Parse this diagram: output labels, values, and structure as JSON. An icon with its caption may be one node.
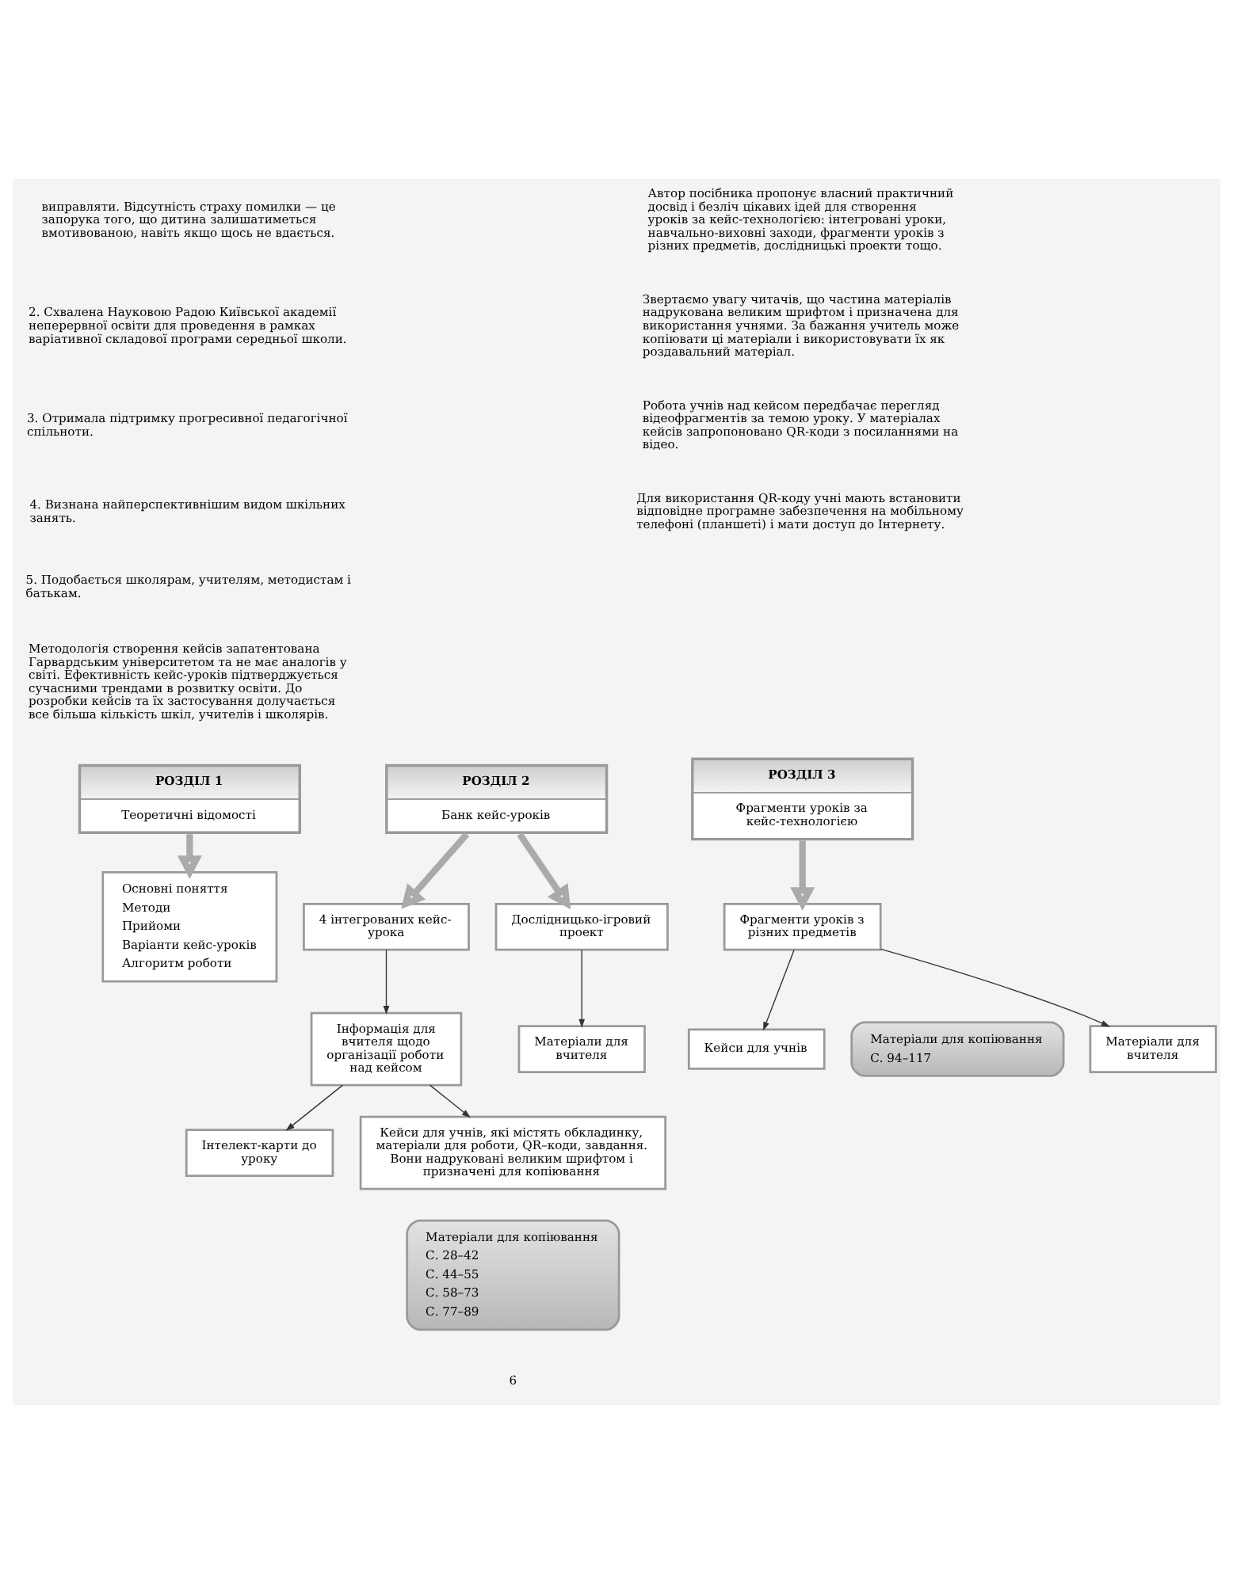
{
  "diagram": {
    "nodes": [
      {
        "text": [
          "РОЗДІЛ 1",
          "Теоретичні відомості"
        ]
      },
      {
        "text": [
          "РОЗДІЛ 2",
          "Банк кейс-уроків"
        ]
      },
      {
        "text": [
          "РОЗДІЛ 3",
          "Фрагменти уроків за кейс-технологією"
        ]
      },
      {
        "text": [
          "Основні поняття",
          "Методи",
          "Прийоми",
          "Варіанти кейс-уроків",
          "Алгоритм роботи"
        ]
      },
      {
        "text": [
          "4 інтегрованих кейс-урока"
        ]
      },
      {
        "text": [
          "Дослідницько-ігровий проект"
        ]
      },
      {
        "text": [
          "Фрагменти уроків з різних предметів"
        ]
      },
      {
        "text": [
          "Інформація для вчителя щодо організації роботи над кейсом"
        ]
      },
      {
        "text": [
          "Матеріали для вчителя"
        ]
      },
      {
        "text": [
          "Кейси для учнів"
        ]
      },
      {
        "text": [
          "Матеріали для копіювання",
          "С. 94–117"
        ]
      },
      {
        "text": [
          "Інтелект-карти до уроку"
        ]
      },
      {
        "text": [
          "Кейси для учнів, які містять обкладинку, матеріали для роботи, QR–коди, завдання. Вони надруковані великим шрифтом і призначені для копіювання"
        ]
      },
      {
        "text": [
          "Матеріали для копіювання",
          "С. 28–42",
          "С. 44–55",
          "С. 58–73",
          "С. 77–89"
        ]
      },
      {
        "text": [
          "Матеріали для вчителя"
        ]
      }
    ],
    "edges": [
      {
        "from": 0,
        "to": 3,
        "arrow": "to",
        "style": "thick",
        "color": "#aaaaaa"
      },
      {
        "from": 1,
        "to": 4,
        "arrow": "to",
        "style": "thick",
        "color": "#aaaaaa"
      },
      {
        "from": 1,
        "to": 5,
        "arrow": "to",
        "style": "thick",
        "color": "#aaaaaa"
      },
      {
        "from": 2,
        "to": 6,
        "arrow": "to",
        "style": "thick",
        "color": "#aaaaaa"
      },
      {
        "from": 4,
        "to": 7,
        "arrow": "to"
      },
      {
        "from": 5,
        "to": 8,
        "arrow": "to"
      },
      {
        "from": 6,
        "to": 9,
        "arrow": "to"
      },
      {
        "from": 7,
        "to": 11,
        "arrow": "to"
      },
      {
        "from": 7,
        "to": 12,
        "arrow": "to"
      },
      {
        "from": 6,
        "to": 14,
        "arrow": "to"
      }
    ],
    "labels": [
      "виправляти. Відсутність страху помилки — це запорука того, що дитина залишатиметься вмотивованою, навіть якщо щось не вдається.",
      "2. Схвалена Науковою Радою Київської академії неперервної освіти для проведення в рамках варіативної складової програми середньої школи.",
      "3. Отримала підтримку прогресивної педагогічної спільноти.",
      "4. Визнана найперспективнішим видом шкільних занять.",
      "5. Подобається школярам, учителям, методистам і батькам.",
      "Методологія створення кейсів запатентована Гарвардським університетом та не має аналогів у світі. Ефективність кейс-уроків підтверджується сучасними трендами в розвитку освіти. До розробки кейсів та їх застосування долучається все більша кількість шкіл, учителів і школярів.",
      "Автор посібника пропонує власний практичний досвід і безліч цікавих ідей для створення уроків за кейс-технологією: інтегровані уроки, навчально-виховні заходи, фрагменти уроків з різних предметів, дослідницькі проекти тощо.",
      "Звертаємо увагу читачів, що частина матеріалів надрукована великим шрифтом і призначена для використання учнями. За бажання учитель може копіювати ці матеріали і використовувати їх як роздавальний матеріал.",
      "Робота учнів над кейсом передбачає перегляд відеофрагментів за темою уроку. У матеріалах кейсів запропоновано QR-коди з посиланнями на відео.",
      "Для використання QR-коду учні мають встановити відповідне програмне забезпечення на мобільному телефоні (планшеті) і мати доступ до Інтернету.",
      "6"
    ]
  }
}
